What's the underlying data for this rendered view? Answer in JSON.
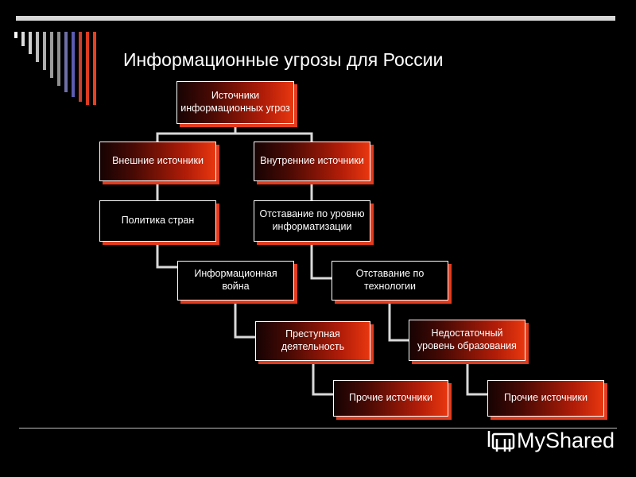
{
  "title": "Информационные угрозы для России",
  "nodes": {
    "root": "Источники информационных угроз",
    "external": "Внешние источники",
    "internal": "Внутренние источники",
    "politics": "Политика стран",
    "info_war": "Информационная война",
    "crime": "Преступная деятельность",
    "other_ext": "Прочие источники",
    "lag_info": "Отставание по уровню информатизации",
    "lag_tech": "Отставание по технологии",
    "education": "Недостаточный уровень образования",
    "other_int": "Прочие источники"
  },
  "logo": {
    "text": "MyShared"
  },
  "colors": {
    "accent": "#e23b1e",
    "box_gradient_end": "#e8370f",
    "connector": "#d9d9d9"
  }
}
